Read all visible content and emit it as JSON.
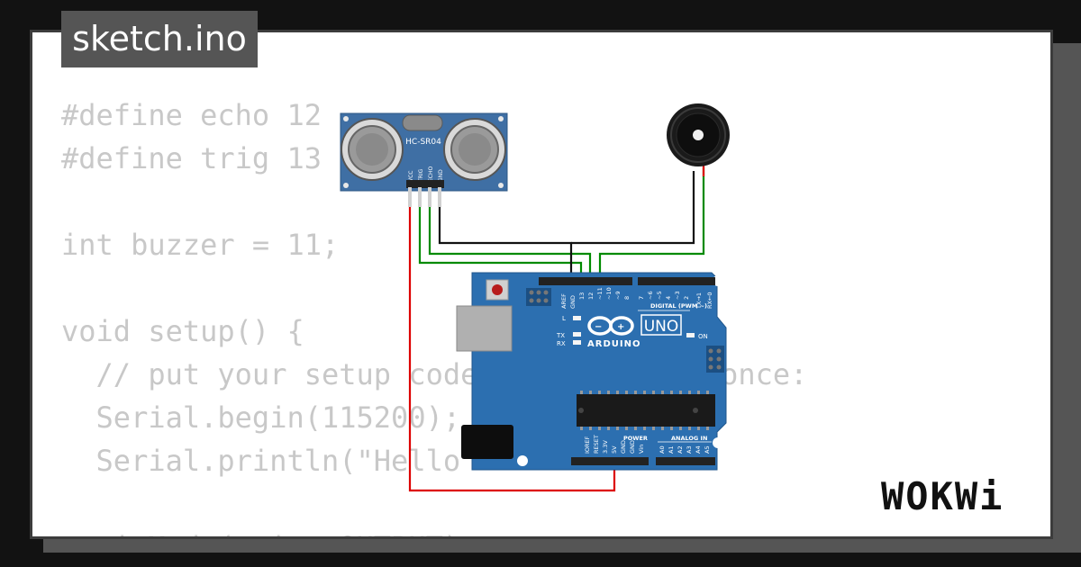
{
  "window": {
    "title": "sketch.ino"
  },
  "code": {
    "lines": [
      "#define echo 12",
      "#define trig 13",
      "",
      "int buzzer = 11;",
      "",
      "void setup() {",
      "  // put your setup code here, to run once:",
      "  Serial.begin(115200);",
      "  Serial.println(\"Hello",
      "",
      "  pinMode(trig, OUTPUT);"
    ]
  },
  "sensor": {
    "model": "HC-SR04",
    "pins": [
      "VCC",
      "TRIG",
      "ECHO",
      "GND"
    ]
  },
  "board": {
    "model": "UNO",
    "brand": "ARDUINO",
    "digital_label": "DIGITAL (PWM ~)",
    "power_label": "POWER",
    "analog_label": "ANALOG IN",
    "on_label": "ON",
    "led_l": "L",
    "led_tx": "TX",
    "led_rx": "RX",
    "top_pins": [
      "AREF",
      "GND",
      "13",
      "12",
      "~11",
      "~10",
      "~9",
      "8",
      "7",
      "~6",
      "~5",
      "4",
      "~3",
      "2",
      "TX→1",
      "RX←0"
    ],
    "power_pins": [
      "IOREF",
      "RESET",
      "3.3V",
      "5V",
      "GND",
      "GND",
      "Vin"
    ],
    "analog_pins": [
      "A0",
      "A1",
      "A2",
      "A3",
      "A4",
      "A5"
    ]
  },
  "brand": {
    "logo": "WOKWi"
  },
  "colors": {
    "board": "#2c6fb0",
    "sensor": "#3f6fa4",
    "wire_red": "#dd0000",
    "wire_green": "#008a00",
    "wire_black": "#111111",
    "code_text": "#c8c8c8"
  }
}
